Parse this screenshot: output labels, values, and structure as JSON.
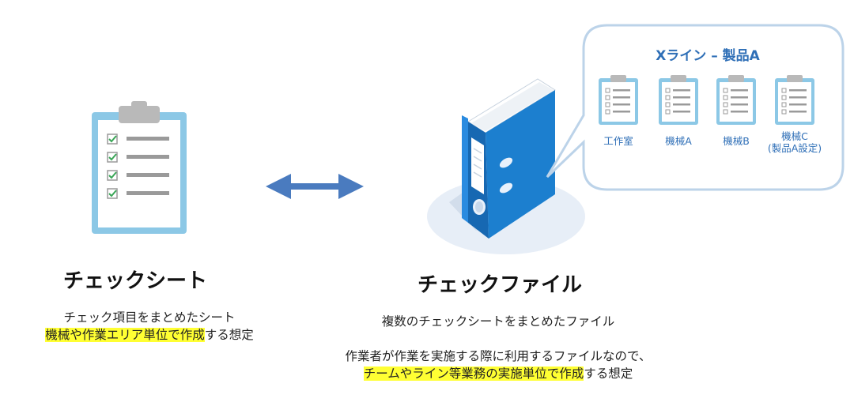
{
  "check_sheet": {
    "title": "チェックシート",
    "desc_line1": "チェック項目をまとめたシート",
    "desc_line2_highlight": "機械や作業エリア単位で作成",
    "desc_line2_rest": "する想定"
  },
  "check_file": {
    "title": "チェックファイル",
    "desc_line1": "複数のチェックシートをまとめたファイル",
    "desc_line2": "作業者が作業を実施する際に利用するファイルなので、",
    "desc_line3_highlight": "チームやライン等業務の実施単位で作成",
    "desc_line3_rest": "する想定"
  },
  "bubble": {
    "title": "Xライン – 製品A",
    "items": [
      {
        "label": "工作室",
        "label2": ""
      },
      {
        "label": "機械A",
        "label2": ""
      },
      {
        "label": "機械B",
        "label2": ""
      },
      {
        "label": "機械C",
        "label2": "(製品A設定)"
      }
    ]
  },
  "colors": {
    "accent_blue": "#2f6fb7",
    "clipboard_blue": "#8cc8e6",
    "binder_blue": "#1e88d8",
    "highlight": "#ffff33",
    "arrow": "#4a7bbf"
  }
}
